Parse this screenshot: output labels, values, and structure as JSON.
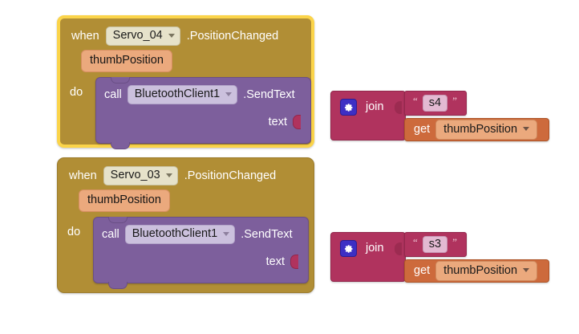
{
  "app": {
    "name": "MIT App Inventor Blocks Editor",
    "canvas_background": "#ffffff"
  },
  "colors": {
    "event_block": "#b18e35",
    "event_selected_border": "#fbd44a",
    "statement_block": "#7d5f9c",
    "text_block": "#b0335e",
    "variable_block": "#cd6a3c",
    "mutator_icon": "#3d2fc4",
    "parameter_chip": "#eba97d"
  },
  "blocks": [
    {
      "id": "event-1",
      "selected": true,
      "when_label": "when",
      "component": "Servo_04",
      "component_dropdown_icon": "chevron-down-icon",
      "event_name": ".PositionChanged",
      "parameter": "thumbPosition",
      "do_label": "do",
      "statement": {
        "call_label": "call",
        "component": "BluetoothClient1",
        "component_dropdown_icon": "chevron-down-icon",
        "method_name": ".SendText",
        "arg_label": "text"
      },
      "value": {
        "mutator_icon": "gear-icon",
        "operator": "join",
        "text_literal": "s4",
        "open_quote": "“",
        "close_quote": "”",
        "variable_get_label": "get",
        "variable_name": "thumbPosition",
        "variable_dropdown_icon": "chevron-down-icon"
      }
    },
    {
      "id": "event-2",
      "selected": false,
      "when_label": "when",
      "component": "Servo_03",
      "component_dropdown_icon": "chevron-down-icon",
      "event_name": ".PositionChanged",
      "parameter": "thumbPosition",
      "do_label": "do",
      "statement": {
        "call_label": "call",
        "component": "BluetoothClient1",
        "component_dropdown_icon": "chevron-down-icon",
        "method_name": ".SendText",
        "arg_label": "text"
      },
      "value": {
        "mutator_icon": "gear-icon",
        "operator": "join",
        "text_literal": "s3",
        "open_quote": "“",
        "close_quote": "”",
        "variable_get_label": "get",
        "variable_name": "thumbPosition",
        "variable_dropdown_icon": "chevron-down-icon"
      }
    }
  ]
}
